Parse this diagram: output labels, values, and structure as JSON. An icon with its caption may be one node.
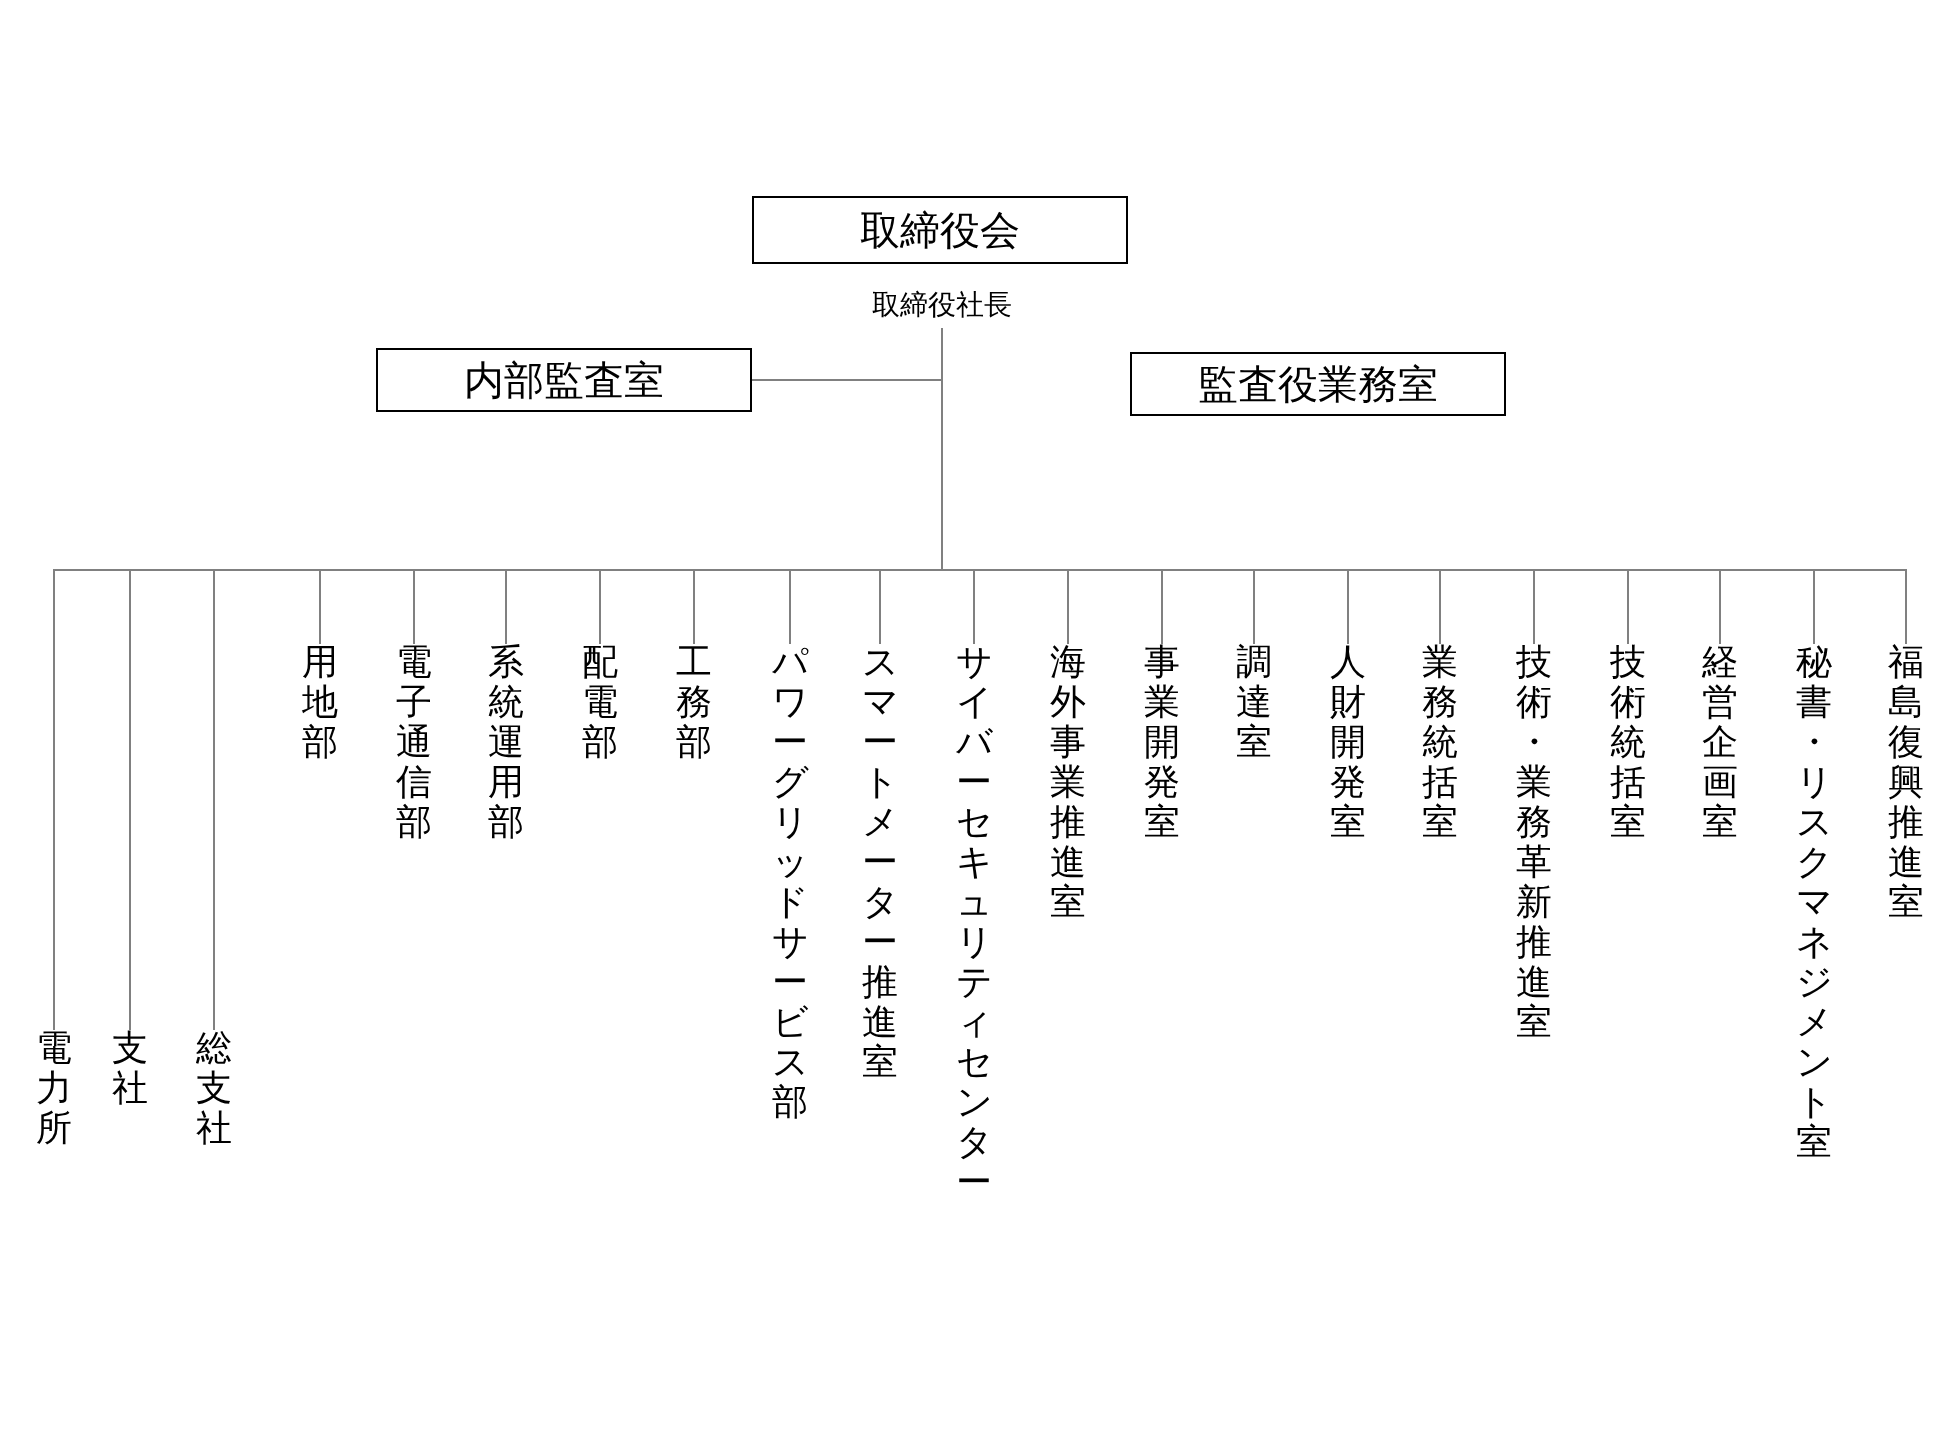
{
  "diagram": {
    "nodes": [
      {
        "text": [
          "取締役会"
        ]
      },
      {
        "text": [
          "取締役社長"
        ]
      },
      {
        "text": [
          "内部監査室"
        ]
      },
      {
        "text": [
          "監査役業務室"
        ]
      },
      {
        "text": [
          "電力所"
        ]
      },
      {
        "text": [
          "支社"
        ]
      },
      {
        "text": [
          "総支社"
        ]
      },
      {
        "text": [
          "用地部"
        ]
      },
      {
        "text": [
          "電子通信部"
        ]
      },
      {
        "text": [
          "系統運用部"
        ]
      },
      {
        "text": [
          "配電部"
        ]
      },
      {
        "text": [
          "工務部"
        ]
      },
      {
        "text": [
          "パワーグリッドサービス部"
        ]
      },
      {
        "text": [
          "スマートメーター推進室"
        ]
      },
      {
        "text": [
          "サイバーセキュリティセンター"
        ]
      },
      {
        "text": [
          "海外事業推進室"
        ]
      },
      {
        "text": [
          "事業開発室"
        ]
      },
      {
        "text": [
          "調達室"
        ]
      },
      {
        "text": [
          "人財開発室"
        ]
      },
      {
        "text": [
          "業務統括室"
        ]
      },
      {
        "text": [
          "技術・業務革新推進室"
        ]
      },
      {
        "text": [
          "技術統括室"
        ]
      },
      {
        "text": [
          "経営企画室"
        ]
      },
      {
        "text": [
          "秘書・リスクマネジメント室"
        ]
      },
      {
        "text": [
          "福島復興推進室"
        ]
      }
    ],
    "edges": [
      {
        "from": 1,
        "to": 2,
        "arrow": "none"
      },
      {
        "from": 1,
        "to": 4,
        "arrow": "none"
      },
      {
        "from": 1,
        "to": 5,
        "arrow": "none"
      },
      {
        "from": 1,
        "to": 6,
        "arrow": "none"
      },
      {
        "from": 1,
        "to": 7,
        "arrow": "none"
      },
      {
        "from": 1,
        "to": 8,
        "arrow": "none"
      },
      {
        "from": 1,
        "to": 9,
        "arrow": "none"
      },
      {
        "from": 1,
        "to": 10,
        "arrow": "none"
      },
      {
        "from": 1,
        "to": 11,
        "arrow": "none"
      },
      {
        "from": 1,
        "to": 12,
        "arrow": "none"
      },
      {
        "from": 1,
        "to": 13,
        "arrow": "none"
      },
      {
        "from": 1,
        "to": 14,
        "arrow": "none"
      },
      {
        "from": 1,
        "to": 15,
        "arrow": "none"
      },
      {
        "from": 1,
        "to": 16,
        "arrow": "none"
      },
      {
        "from": 1,
        "to": 17,
        "arrow": "none"
      },
      {
        "from": 1,
        "to": 18,
        "arrow": "none"
      },
      {
        "from": 1,
        "to": 19,
        "arrow": "none"
      },
      {
        "from": 1,
        "to": 20,
        "arrow": "none"
      },
      {
        "from": 1,
        "to": 21,
        "arrow": "none"
      },
      {
        "from": 1,
        "to": 22,
        "arrow": "none"
      },
      {
        "from": 1,
        "to": 23,
        "arrow": "none"
      },
      {
        "from": 1,
        "to": 24,
        "arrow": "none"
      }
    ]
  }
}
